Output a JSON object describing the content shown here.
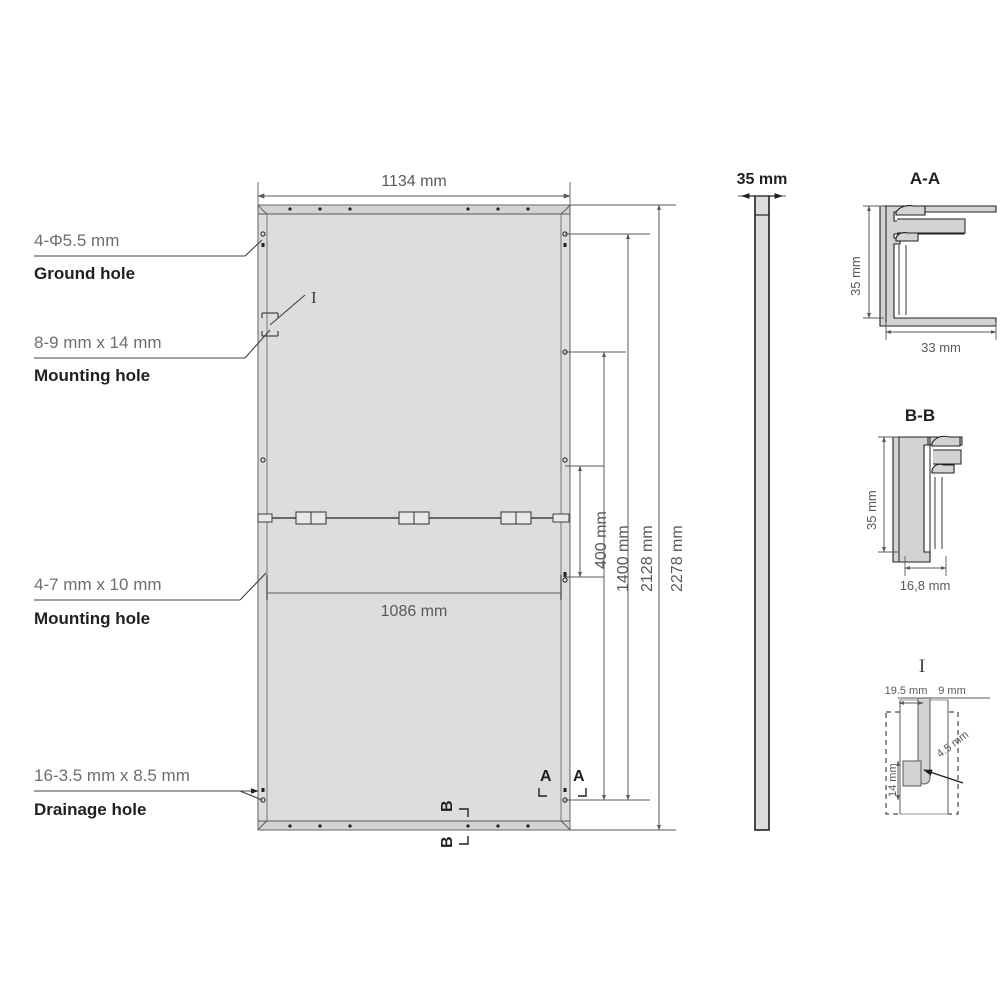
{
  "drawing": {
    "title": "Solar module mechanical drawing",
    "colors": {
      "panel_fill": "#dcdddf",
      "frame_fill": "#c9cacc",
      "line": "#58595b",
      "line_dark": "#231f20",
      "dim_text": "#58595b",
      "callout_top_text": "#6d6e71",
      "callout_bottom_text": "#231f20",
      "background": "#ffffff"
    }
  },
  "front_view": {
    "width_dim": "1134 mm",
    "inner_width_dim": "1086 mm",
    "height_dims": [
      {
        "key": "d400",
        "label": "400 mm"
      },
      {
        "key": "d1400",
        "label": "1400 mm"
      },
      {
        "key": "d2128",
        "label": "2128 mm"
      },
      {
        "key": "d2278",
        "label": "2278 mm"
      }
    ],
    "section_marks": [
      {
        "key": "a-left",
        "label": "A"
      },
      {
        "key": "a-right",
        "label": "A"
      },
      {
        "key": "b-upper",
        "label": "B"
      },
      {
        "key": "b-lower",
        "label": "B"
      }
    ],
    "detail_marker": "I"
  },
  "callouts": [
    {
      "key": "ground-hole",
      "spec": "4-Φ5.5 mm",
      "name": "Ground hole"
    },
    {
      "key": "mounting-hole-9x14",
      "spec": "8-9 mm x 14 mm",
      "name": "Mounting hole"
    },
    {
      "key": "mounting-hole-7x10",
      "spec": "4-7 mm x 10 mm",
      "name": "Mounting hole"
    },
    {
      "key": "drainage-hole",
      "spec": "16-3.5 mm x 8.5 mm",
      "name": "Drainage hole"
    }
  ],
  "side_view": {
    "thickness": "35 mm"
  },
  "section_aa": {
    "title": "A-A",
    "height": "35 mm",
    "width": "33 mm"
  },
  "section_bb": {
    "title": "B-B",
    "height": "35 mm",
    "width": "16,8 mm"
  },
  "detail_i": {
    "title": "I",
    "dims": [
      {
        "key": "d195",
        "label": "19.5 mm"
      },
      {
        "key": "d9",
        "label": "9 mm"
      },
      {
        "key": "d14",
        "label": "14 mm"
      },
      {
        "key": "d45",
        "label": "4.5 mm"
      }
    ]
  }
}
